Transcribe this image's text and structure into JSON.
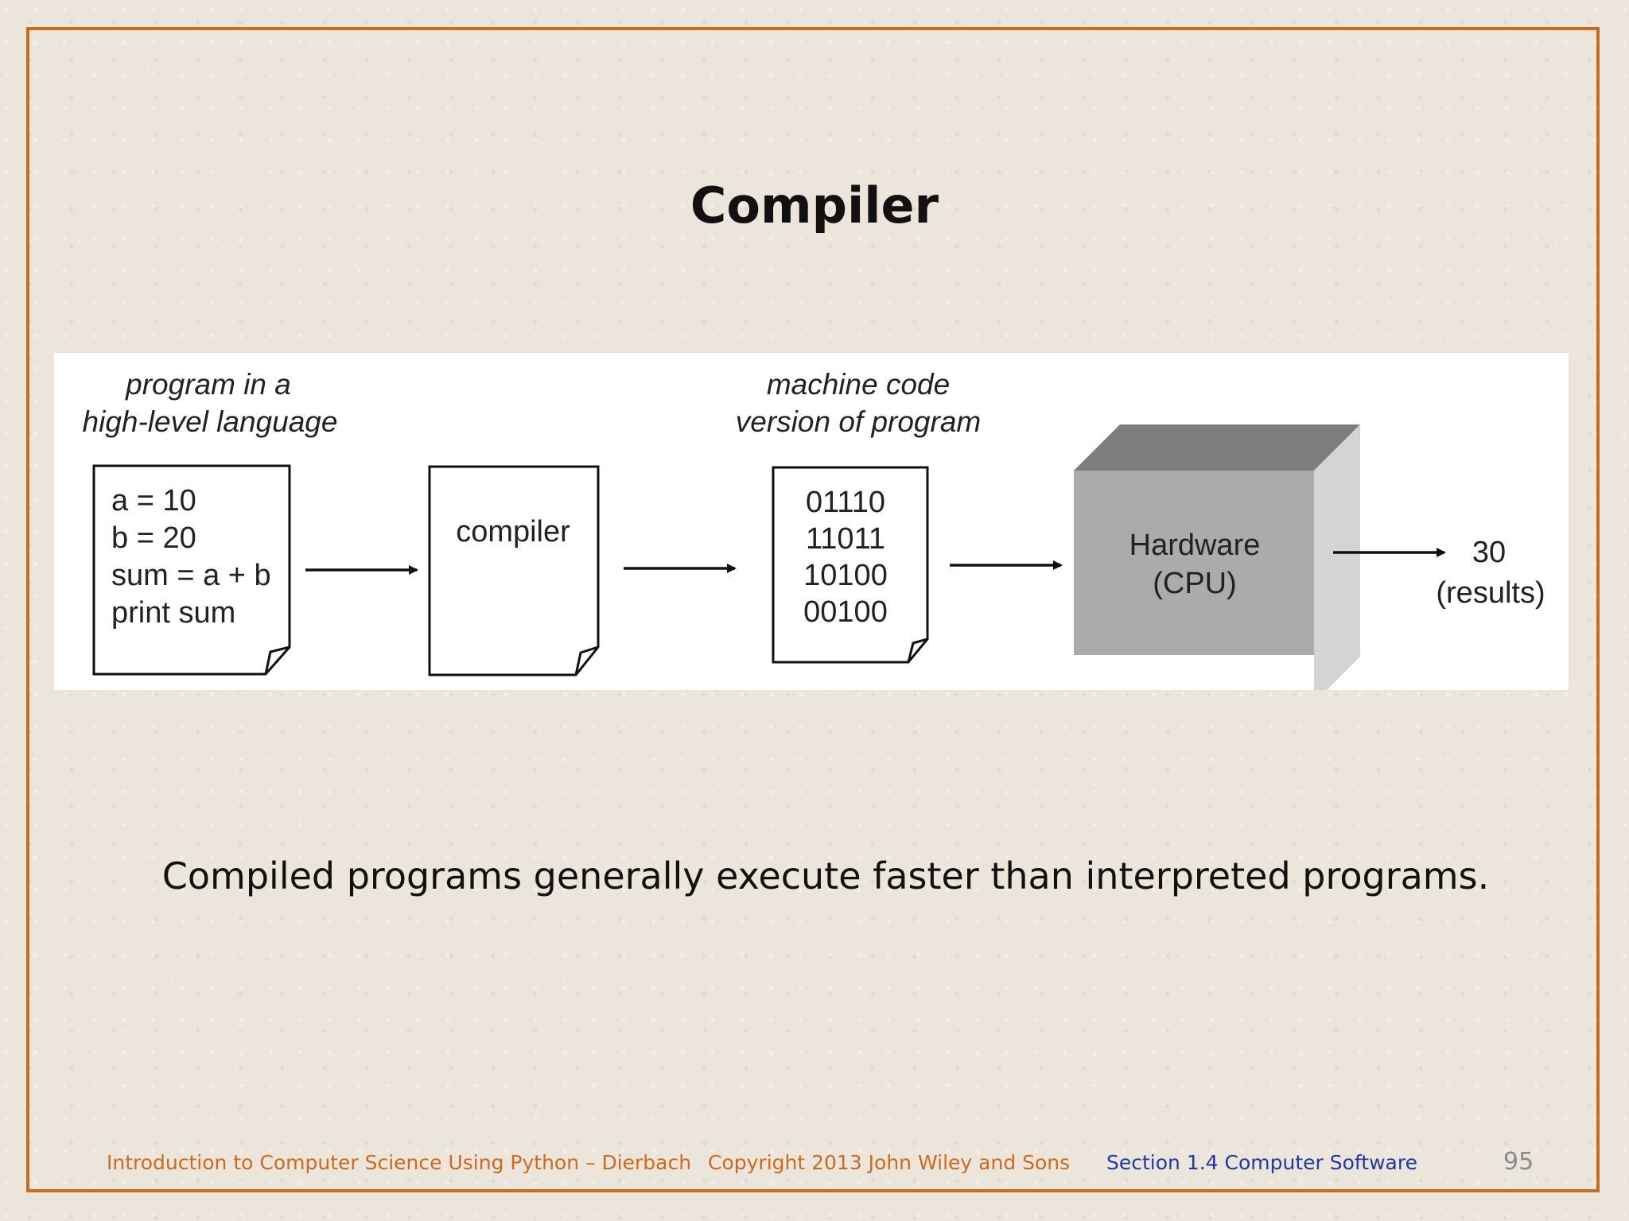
{
  "slide": {
    "title": "Compiler",
    "caption": "Compiled programs generally execute faster than interpreted programs."
  },
  "diagram": {
    "source_label_line1": "program in a",
    "source_label_line2": "high-level language",
    "source_code": [
      "a = 10",
      "b = 20",
      "sum = a + b",
      "print sum"
    ],
    "compiler_label": "compiler",
    "machine_label_line1": "machine code",
    "machine_label_line2": "version of program",
    "machine_code": [
      "01110",
      "11011",
      "10100",
      "00100"
    ],
    "hardware_label_line1": "Hardware",
    "hardware_label_line2": "(CPU)",
    "result_line1": "30",
    "result_line2": "(results)"
  },
  "footer": {
    "book": "Introduction to Computer Science Using Python – Dierbach",
    "copyright": "Copyright 2013 John Wiley and  Sons",
    "section": "Section 1.4  Computer Software",
    "page_number": "95"
  },
  "colors": {
    "frame": "#cc6a1e",
    "footer_orange": "#cc6a1e",
    "footer_blue": "#1f3aa0",
    "cube_front": "#ababab",
    "cube_top": "#7e7e7e",
    "cube_side": "#d4d4d4"
  }
}
